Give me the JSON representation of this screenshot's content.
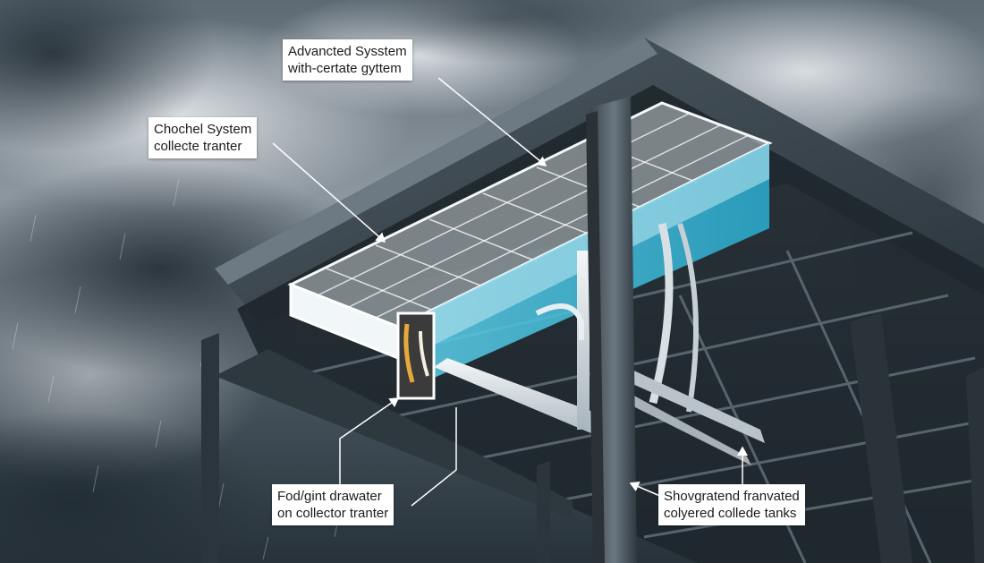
{
  "callouts": [
    {
      "id": "advanced",
      "lines": [
        "Advancted Sysstem",
        "with-certate gyttem"
      ]
    },
    {
      "id": "chochel",
      "lines": [
        "Chochel System",
        "collecte tranter"
      ]
    },
    {
      "id": "fod",
      "lines": [
        "Fod/gint drawater",
        "on collector tranter"
      ]
    },
    {
      "id": "shovgratend",
      "lines": [
        "Shovgratend franvated",
        "colyered collede tanks"
      ]
    }
  ],
  "colors": {
    "sky_dark": "#2b3640",
    "sky_light": "#c9d0d6",
    "steel": "#4a555e",
    "water": "#3fb7d6",
    "trough": "#e9f1f5"
  }
}
